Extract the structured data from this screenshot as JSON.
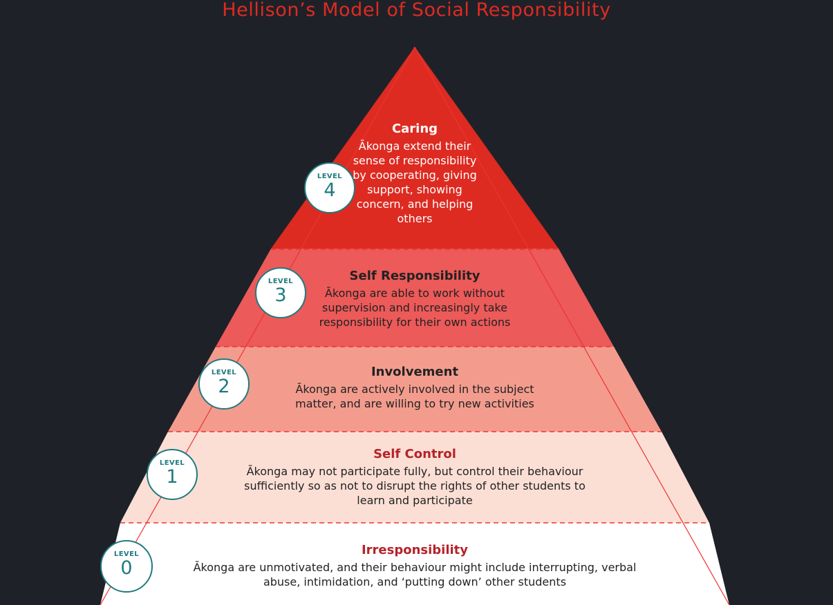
{
  "title": "Hellison’s Model of Social Responsibility",
  "colors": {
    "background": "#1f2128",
    "title": "#de2b22",
    "level4": "#dd2b22",
    "level3": "#ec5a59",
    "level2": "#f39c8e",
    "level1": "#fbdfd5",
    "level0": "#ffffff",
    "badge": "#1f7a80"
  },
  "levels": [
    {
      "badge_label": "LEVEL",
      "number": "4",
      "title": "Caring",
      "description": "Ākonga extend their sense of responsibility by cooperating, giving support, showing concern, and helping others"
    },
    {
      "badge_label": "LEVEL",
      "number": "3",
      "title": "Self Responsibility",
      "description": "Ākonga are able to work without supervision and increasingly take responsibility for their own actions"
    },
    {
      "badge_label": "LEVEL",
      "number": "2",
      "title": "Involvement",
      "description": "Ākonga are actively involved in the subject matter, and are willing to try new activities"
    },
    {
      "badge_label": "LEVEL",
      "number": "1",
      "title": "Self Control",
      "description": "Ākonga may not participate fully, but control their behaviour sufficiently so as not to disrupt the rights of other students to learn and participate"
    },
    {
      "badge_label": "LEVEL",
      "number": "0",
      "title": "Irresponsibility",
      "description": "Ākonga are unmotivated, and their behaviour might include interrupting, verbal abuse, intimidation, and ‘putting down’ other students"
    }
  ]
}
